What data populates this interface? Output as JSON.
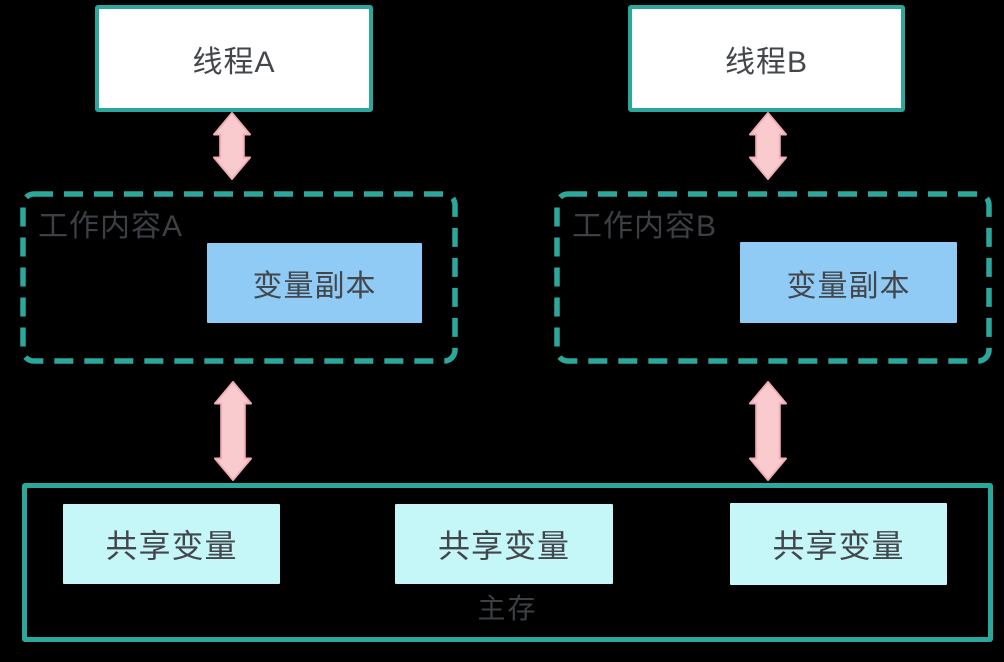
{
  "colors": {
    "background": "#000000",
    "box-bg": "#FFFFFF",
    "teal": "#2BA89B",
    "blue": "#8FCBF5",
    "cyan": "#C5F6F8",
    "pink-fill": "#F9CBCE",
    "pink-stroke": "#F2AEB5",
    "text": "#43464B",
    "label": "#3C3F44"
  },
  "diagram": {
    "thread_a": {
      "label": "线程A"
    },
    "thread_b": {
      "label": "线程B"
    },
    "workspace_a": {
      "label": "工作内容A",
      "variable_copy": "变量副本"
    },
    "workspace_b": {
      "label": "工作内容B",
      "variable_copy": "变量副本"
    },
    "main_memory": {
      "label": "主存",
      "shared_variables": [
        "共享变量",
        "共享变量",
        "共享变量"
      ]
    }
  }
}
